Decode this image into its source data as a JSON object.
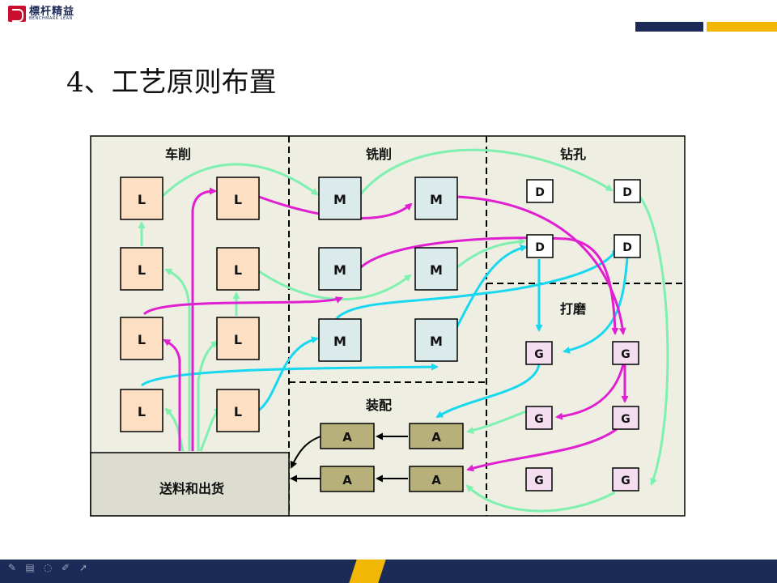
{
  "header": {
    "logo_cn": "標杆精益",
    "logo_en": "BENCHMARK LEAN",
    "title": "4、工艺原则布置"
  },
  "diagram": {
    "areas": [
      "车削",
      "铣削",
      "钻孔",
      "打磨",
      "装配",
      "送料和出货"
    ],
    "machines": [
      "L",
      "M",
      "D",
      "G",
      "A"
    ],
    "colors": {
      "background": "#eeeee2",
      "lathe_fill": "#fde0c4",
      "mill_fill": "#dbeaea",
      "drill_fill": "#ffffff",
      "grinder_fill": "#f3ddef",
      "assembly_fill": "#b7b07a",
      "ship_fill": "#dcdcd0",
      "flow_green": "#7ef0b0",
      "flow_cyan": "#18d8f0",
      "flow_magenta": "#e020d0",
      "flow_black": "#000000"
    }
  },
  "footer": {
    "tools": [
      "pen-icon",
      "slide-icon",
      "eraser-icon",
      "highlighter-icon",
      "pointer-icon"
    ]
  }
}
